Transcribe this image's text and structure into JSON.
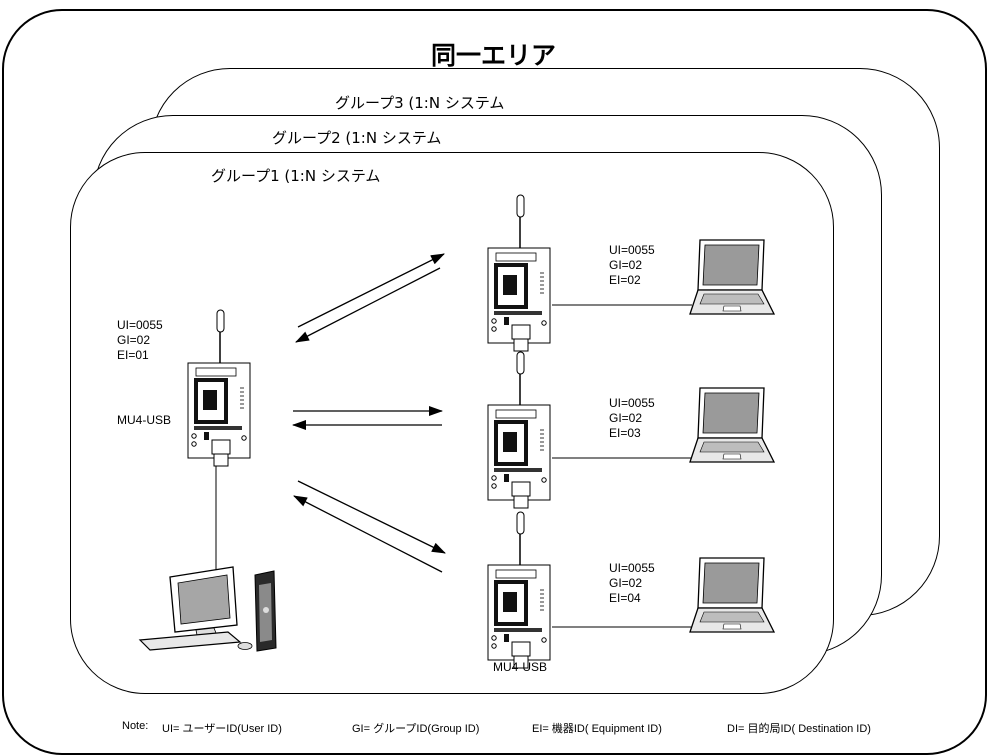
{
  "area": {
    "title": "同一エリア"
  },
  "groups": [
    {
      "title": "グループ3 (1:N システム"
    },
    {
      "title": "グループ2 (1:N システム"
    },
    {
      "title": "グループ1 (1:N システム"
    }
  ],
  "host": {
    "device_label": "MU4-USB",
    "ids": {
      "ui": "UI=0055",
      "gi": "GI=02",
      "ei": "EI=01"
    }
  },
  "remotes": [
    {
      "ui": "UI=0055",
      "gi": "GI=02",
      "ei": "EI=02"
    },
    {
      "ui": "UI=0055",
      "gi": "GI=02",
      "ei": "EI=03"
    },
    {
      "ui": "UI=0055",
      "gi": "GI=02",
      "ei": "EI=04"
    }
  ],
  "remote_device_label": "MU4-USB",
  "legend": {
    "note": "Note:",
    "ui": "UI= ユーザーID(User ID)",
    "gi": "GI= グループID(Group ID)",
    "ei": "EI= 機器ID( Equipment ID)",
    "di": "DI= 目的局ID( Destination ID)"
  }
}
